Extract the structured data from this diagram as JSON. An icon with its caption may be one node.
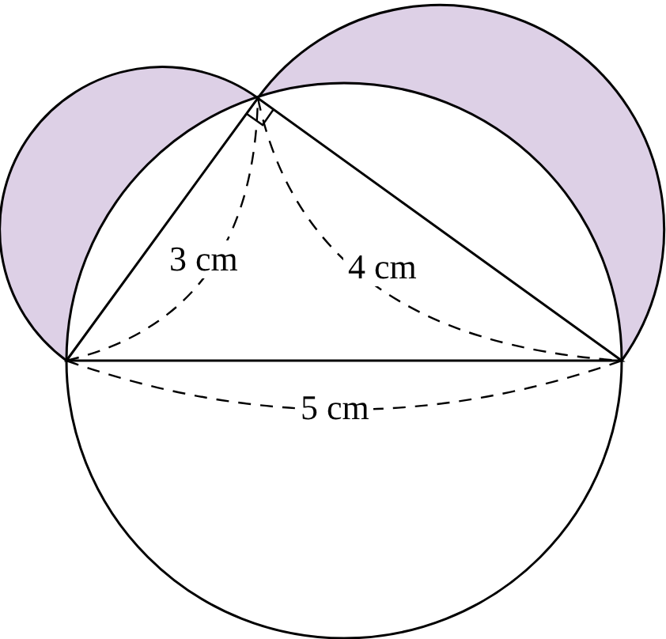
{
  "diagram": {
    "labels": [
      "3 cm",
      "4 cm",
      "5 cm"
    ]
  }
}
